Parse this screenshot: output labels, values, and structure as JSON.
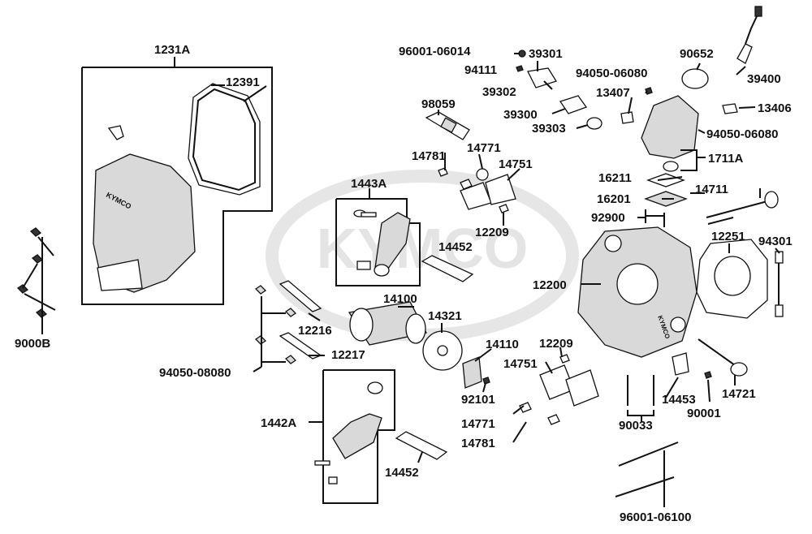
{
  "watermark": {
    "brand": "KYMCO"
  },
  "cover_text": "KYMCO",
  "labels": {
    "l1231A": "1231A",
    "l12391": "12391",
    "l9000B": "9000B",
    "l96001_06014": "96001-06014",
    "l94111": "94111",
    "l39301": "39301",
    "l39302": "39302",
    "l39300": "39300",
    "l39303": "39303",
    "l98059": "98059",
    "l90652": "90652",
    "l39400": "39400",
    "l94050_06080_a": "94050-06080",
    "l13407": "13407",
    "l13406": "13406",
    "l94050_06080_b": "94050-06080",
    "l1711A": "1711A",
    "l1443A": "1443A",
    "l14781_a": "14781",
    "l14771_a": "14771",
    "l14751_a": "14751",
    "l12209_a": "12209",
    "l14452_a": "14452",
    "l16211": "16211",
    "l16201": "16201",
    "l92900": "92900",
    "l14711": "14711",
    "l12251": "12251",
    "l94301": "94301",
    "l12200": "12200",
    "l14100": "14100",
    "l14321": "14321",
    "l12216": "12216",
    "l12217": "12217",
    "l94050_08080": "94050-08080",
    "l14110": "14110",
    "l92101": "92101",
    "l12209_b": "12209",
    "l14751_b": "14751",
    "l14771_b": "14771",
    "l14781_b": "14781",
    "l1442A": "1442A",
    "l14452_b": "14452",
    "l14453": "14453",
    "l90033": "90033",
    "l90001": "90001",
    "l14721": "14721",
    "l96001_06100": "96001-06100"
  }
}
